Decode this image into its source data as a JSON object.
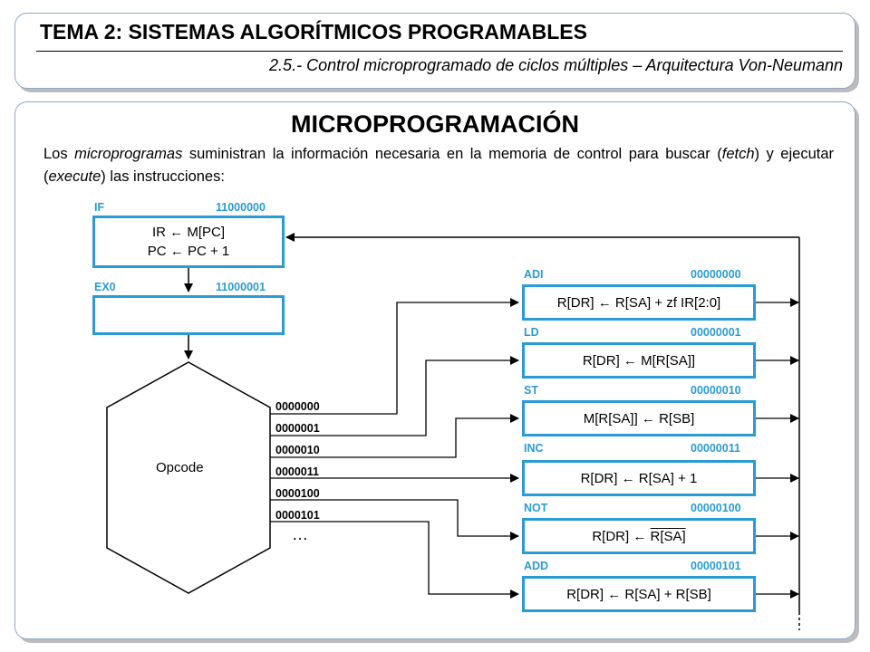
{
  "header": {
    "title": "TEMA 2: SISTEMAS ALGORÍTMICOS PROGRAMABLES",
    "subtitle": "2.5.- Control microprogramado de ciclos múltiples – Arquitectura Von-Neumann"
  },
  "main": {
    "heading": "MICROPROGRAMACIÓN",
    "intro": {
      "p1": "Los ",
      "em1": "microprogramas",
      "p2": " suministran la información necesaria en la memoria de control para buscar (",
      "em2": "fetch",
      "p3": ") y ejecutar (",
      "em3": "execute",
      "p4": ") las instrucciones:"
    }
  },
  "fetch_state": {
    "name": "IF",
    "address": "11000000",
    "line1": "IR ← M[PC]",
    "line2": "PC ← PC + 1"
  },
  "decode_state": {
    "name": "EX0",
    "address": "11000001"
  },
  "decoder": {
    "label": "Opcode",
    "opcodes": [
      "0000000",
      "0000001",
      "0000010",
      "0000011",
      "0000100",
      "0000101"
    ],
    "ellipsis": "…"
  },
  "instructions": [
    {
      "name": "ADI",
      "address": "00000000",
      "operation": "R[DR] ← R[SA] + zf IR[2:0]"
    },
    {
      "name": "LD",
      "address": "00000001",
      "operation": "R[DR] ← M[R[SA]]"
    },
    {
      "name": "ST",
      "address": "00000010",
      "operation": "M[R[SA]] ← R[SB]"
    },
    {
      "name": "INC",
      "address": "00000011",
      "operation": "R[DR] ← R[SA] + 1"
    },
    {
      "name": "NOT",
      "address": "00000100",
      "operation_prefix": "R[DR] ← ",
      "operation_overline": "R[SA]"
    },
    {
      "name": "ADD",
      "address": "00000101",
      "operation": "R[DR] ← R[SA] + R[SB]"
    }
  ],
  "colors": {
    "state_border": "#2a9bd4",
    "label": "#2a9bd4",
    "wire": "#000000",
    "panel_border": "#8fa7c8"
  }
}
